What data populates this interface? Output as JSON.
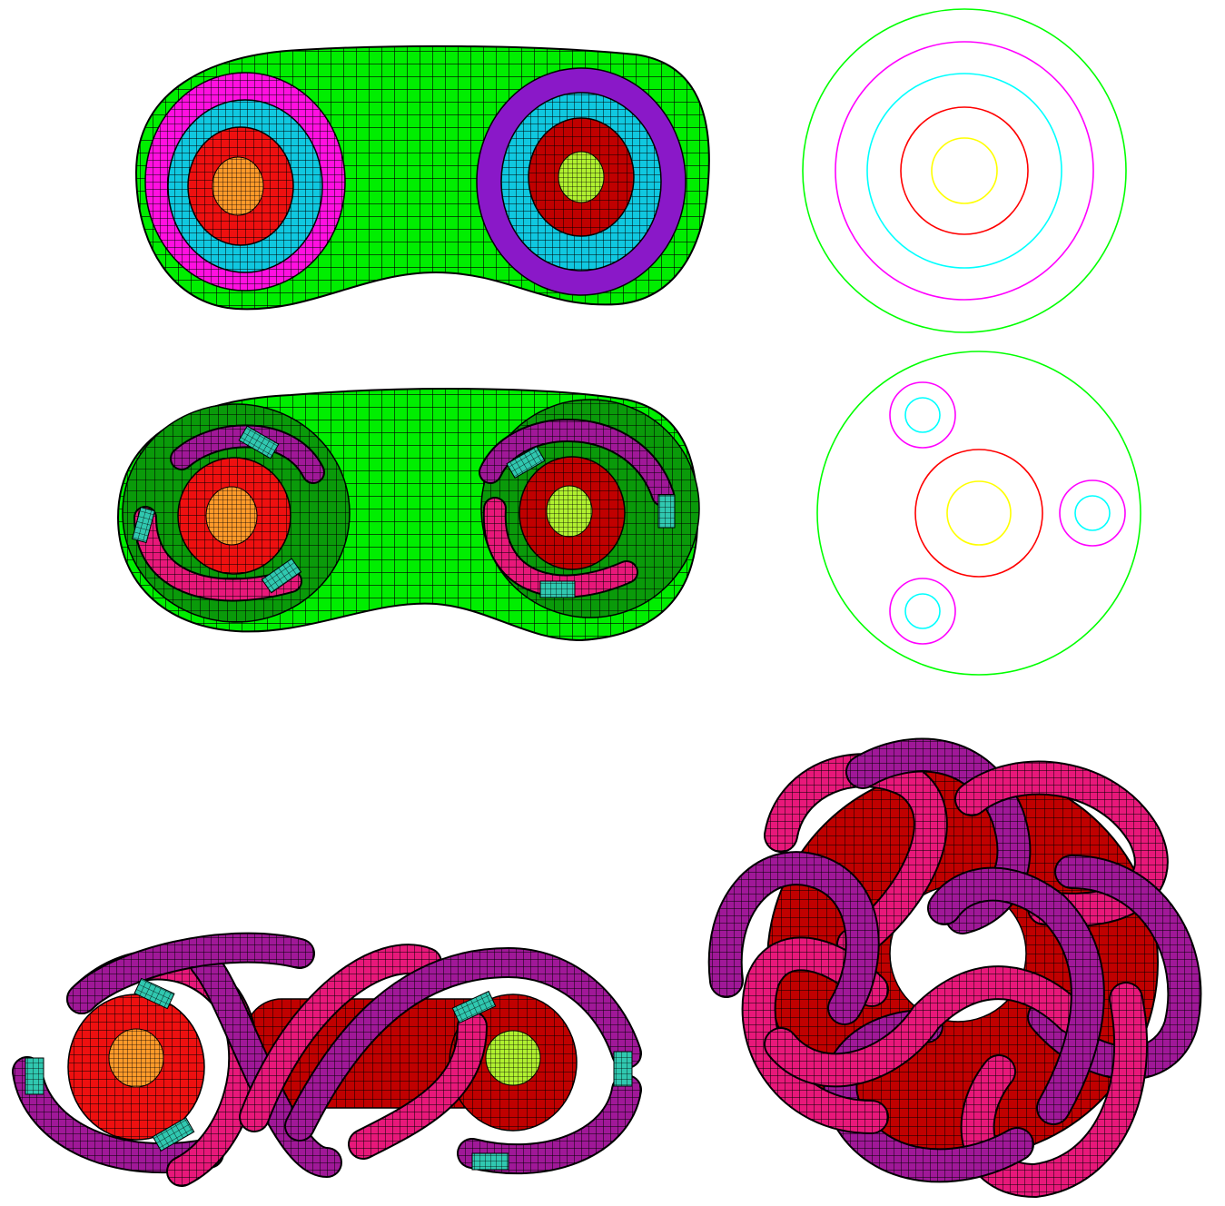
{
  "figure": {
    "panels": [
      {
        "id": "torus-nested-surfaces",
        "description_hidden": true
      },
      {
        "id": "cross-section-concentric"
      },
      {
        "id": "torus-cutaway-helical"
      },
      {
        "id": "cross-section-offset"
      },
      {
        "id": "helical-tubes-side"
      },
      {
        "id": "helical-tubes-top"
      }
    ],
    "colors": {
      "outer": "#00ff00",
      "outer_dark": "#008a00",
      "magenta": "#ff00ff",
      "cyan": "#00ffff",
      "red": "#ff0000",
      "yellow": "#ffff00",
      "orange": "#ff9a2a",
      "lime": "#a8f020",
      "purple": "#8a1aa8",
      "pink": "#e8187a",
      "teal": "#20b0a0",
      "mesh": "#000000",
      "background": "#ffffff"
    }
  }
}
